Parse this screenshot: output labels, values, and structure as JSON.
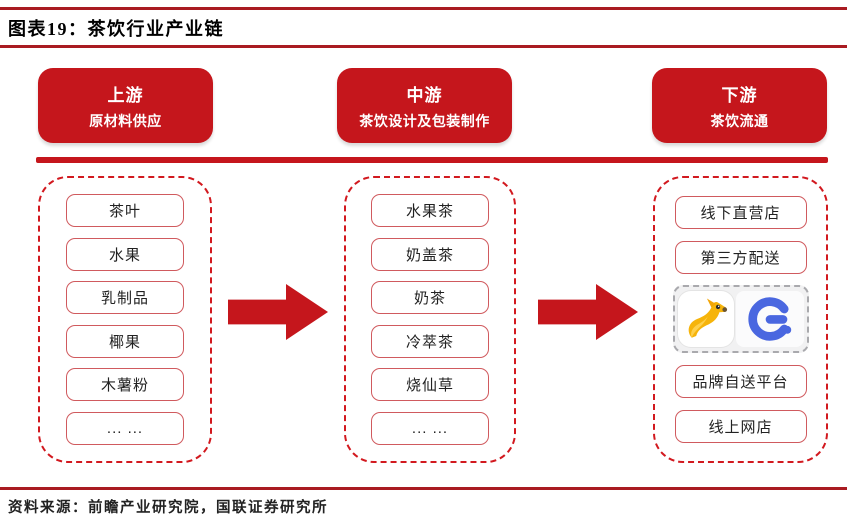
{
  "title": "图表19：茶饮行业产业链",
  "source": "资料来源：前瞻产业研究院，国联证券研究所",
  "colors": {
    "primary_red": "#c5161c",
    "rule_red": "#a91b21",
    "item_border_red": "#d05a5e",
    "dashed_border_red": "#d2191f",
    "meituan_yellow": "#f6b40a",
    "eleme_blue": "#4a67e0"
  },
  "columns": [
    {
      "header": {
        "stage": "上游",
        "desc": "原材料供应"
      },
      "items": [
        "茶叶",
        "水果",
        "乳制品",
        "椰果",
        "木薯粉",
        "... ..."
      ]
    },
    {
      "header": {
        "stage": "中游",
        "desc": "茶饮设计及包装制作"
      },
      "items": [
        "水果茶",
        "奶盖茶",
        "奶茶",
        "冷萃茶",
        "烧仙草",
        "... ..."
      ]
    },
    {
      "header": {
        "stage": "下游",
        "desc": "茶饮流通"
      },
      "items_before_logos": [
        "线下直营店",
        "第三方配送"
      ],
      "logos": [
        "meituan-kangaroo-logo",
        "eleme-logo"
      ],
      "items_after_logos": [
        "品牌自送平台",
        "线上网店"
      ]
    }
  ]
}
